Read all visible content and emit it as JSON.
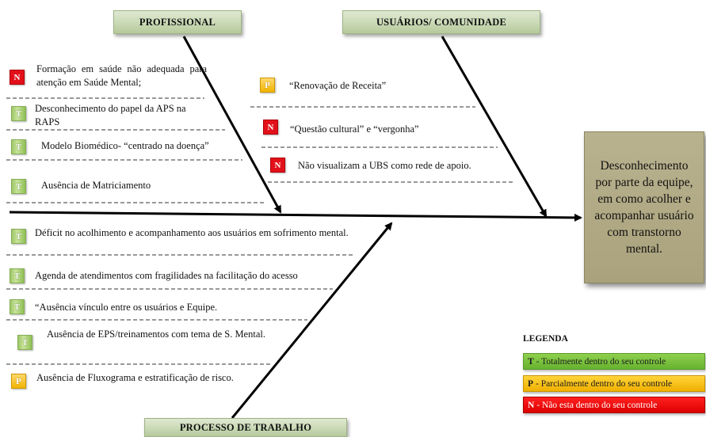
{
  "categories": {
    "professional": "PROFISSIONAL",
    "users": "USUÁRIOS/ COMUNIDADE",
    "process": "PROCESSO DE TRABALHO"
  },
  "effect": "Desconhecimento por parte da equipe, em como acolher e acompanhar usuário com transtorno mental.",
  "professional_causes": [
    {
      "code": "N",
      "text": "Formação em saúde não adequada para atenção em Saúde Mental;"
    },
    {
      "code": "T",
      "text": "Desconhecimento do papel da APS na RAPS"
    },
    {
      "code": "T",
      "text": "Modelo Biomédico- “centrado na doença”"
    },
    {
      "code": "T",
      "text": "Ausência de Matriciamento"
    }
  ],
  "user_causes": [
    {
      "code": "P",
      "text": "“Renovação de Receita”"
    },
    {
      "code": "N",
      "text": "“Questão cultural” e “vergonha”"
    },
    {
      "code": "N",
      "text": "Não visualizam a UBS como rede de apoio."
    }
  ],
  "process_causes": [
    {
      "code": "T",
      "text": "Déficit no acolhimento e acompanhamento aos usuários em sofrimento mental."
    },
    {
      "code": "T",
      "text": "Agenda de atendimentos com fragilidades na facilitação do acesso"
    },
    {
      "code": "T",
      "text": "“Ausência vínculo entre os usuários e Equipe."
    },
    {
      "code": "T",
      "text": "Ausência de EPS/treinamentos com tema de S. Mental."
    },
    {
      "code": "P",
      "text": "Ausência de Fluxograma e estratificação de risco."
    }
  ],
  "legend": {
    "title": "LEGENDA",
    "items": [
      {
        "code": "T",
        "text": "- Totalmente dentro do seu controle",
        "color": "#7cc242"
      },
      {
        "code": "P",
        "text": "- Parcialmente dentro do seu controle",
        "color": "#f5c000"
      },
      {
        "code": "N",
        "text": "- Não esta dentro do seu controle",
        "color": "#ee0000"
      }
    ]
  },
  "colors": {
    "T": "#9ec767",
    "P": "#f2b400",
    "N": "#e2101a"
  }
}
